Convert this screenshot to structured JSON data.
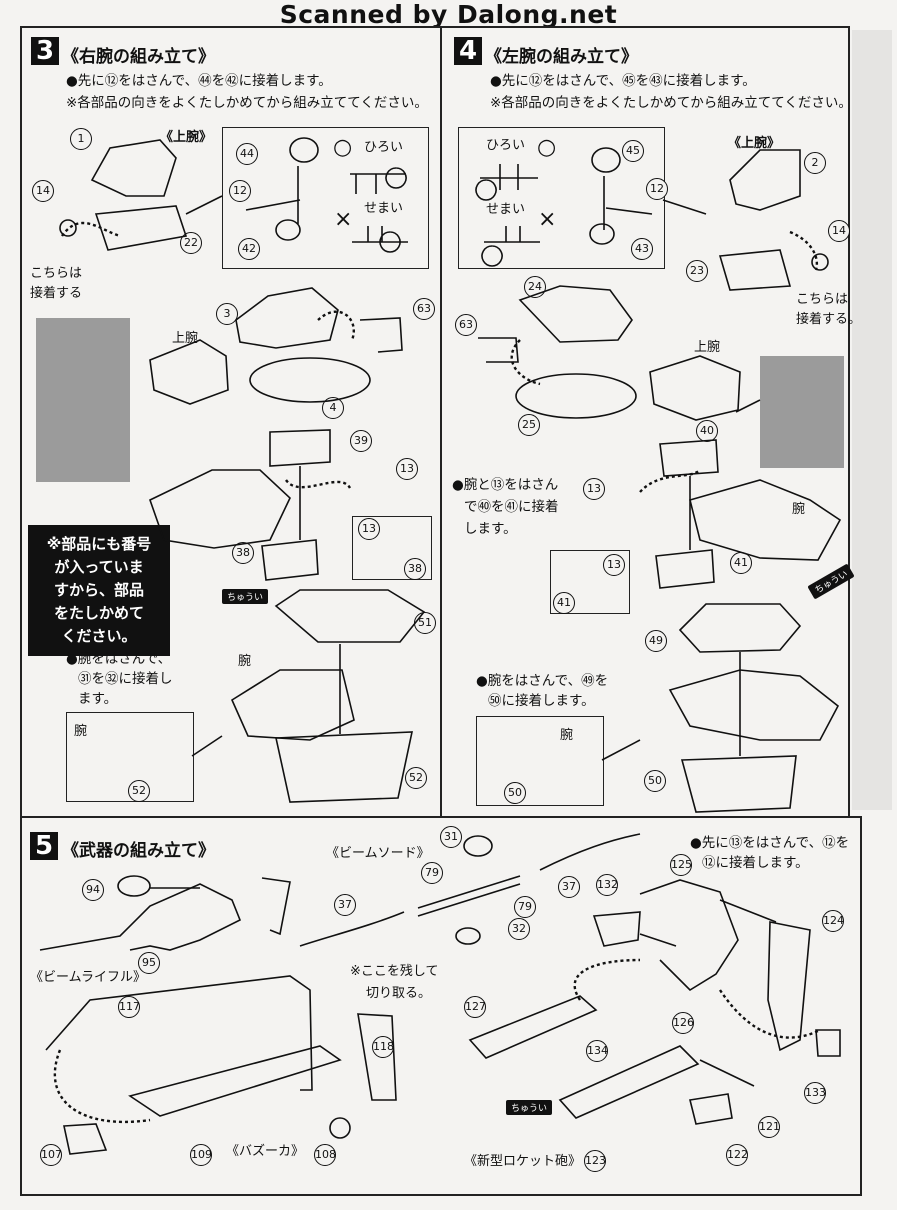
{
  "header": {
    "text": "Scanned by Dalong.net"
  },
  "step3": {
    "number": "3",
    "title": "《右腕の組み立て》",
    "instruction1": "●先に⑫をはさんで、㊹を㊷に接着します。",
    "instruction2": "※各部品の向きをよくたしかめてから組み立ててください。",
    "label_upper_arm": "《上腕》",
    "inset_wide": "ひろい",
    "inset_narrow": "せまい",
    "glue_note1": "こちらは",
    "glue_note2": "接着する",
    "upper_arm": "上腕",
    "arm_note1": "●腕をはさんで、",
    "arm_note2": "㉛を㉜に接着し",
    "arm_note3": "ます。",
    "arm_label": "腕",
    "parts": [
      "1",
      "14",
      "22",
      "44",
      "12",
      "42",
      "3",
      "63",
      "4",
      "39",
      "13",
      "38",
      "51",
      "52"
    ]
  },
  "step4": {
    "number": "4",
    "title": "《左腕の組み立て》",
    "instruction1": "●先に⑫をはさんで、㊺を㊸に接着します。",
    "instruction2": "※各部品の向きをよくたしかめてから組み立ててください。",
    "label_upper_arm": "《上腕》",
    "inset_wide": "ひろい",
    "inset_narrow": "せまい",
    "glue_note1": "こちらは",
    "glue_note2": "接着する。",
    "upper_arm": "上腕",
    "arm_side_note1": "●腕と⑬をはさん",
    "arm_side_note2": "で㊵を㊶に接着",
    "arm_side_note3": "します。",
    "arm_note1": "●腕をはさんで、㊾を",
    "arm_note2": "㊿に接着します。",
    "arm_label": "腕",
    "parts": [
      "45",
      "12",
      "43",
      "2",
      "14",
      "23",
      "24",
      "63",
      "25",
      "40",
      "13",
      "41",
      "49",
      "50"
    ]
  },
  "parts_note": {
    "line1": "※部品にも番号",
    "line2": "が入っていま",
    "line3": "すから、部品",
    "line4": "をたしかめて",
    "line5": "ください。"
  },
  "flow_tag": "ちゅうい",
  "step5": {
    "number": "5",
    "title": "《武器の組み立て》",
    "beam_saber": "《ビームソード》",
    "beam_rifle": "《ビームライフル》",
    "bazooka": "《バズーカ》",
    "rocket": "《新型ロケット砲》",
    "cut_note1": "※ここを残して",
    "cut_note2": "切り取る。",
    "rocket_note1": "●先に⑬をはさんで、⑫を",
    "rocket_note2": "⑫に接着します。",
    "parts": [
      "94",
      "95",
      "31",
      "79",
      "37",
      "32",
      "117",
      "118",
      "107",
      "109",
      "108",
      "125",
      "132",
      "124",
      "127",
      "126",
      "134",
      "133",
      "121",
      "122",
      "123"
    ]
  }
}
